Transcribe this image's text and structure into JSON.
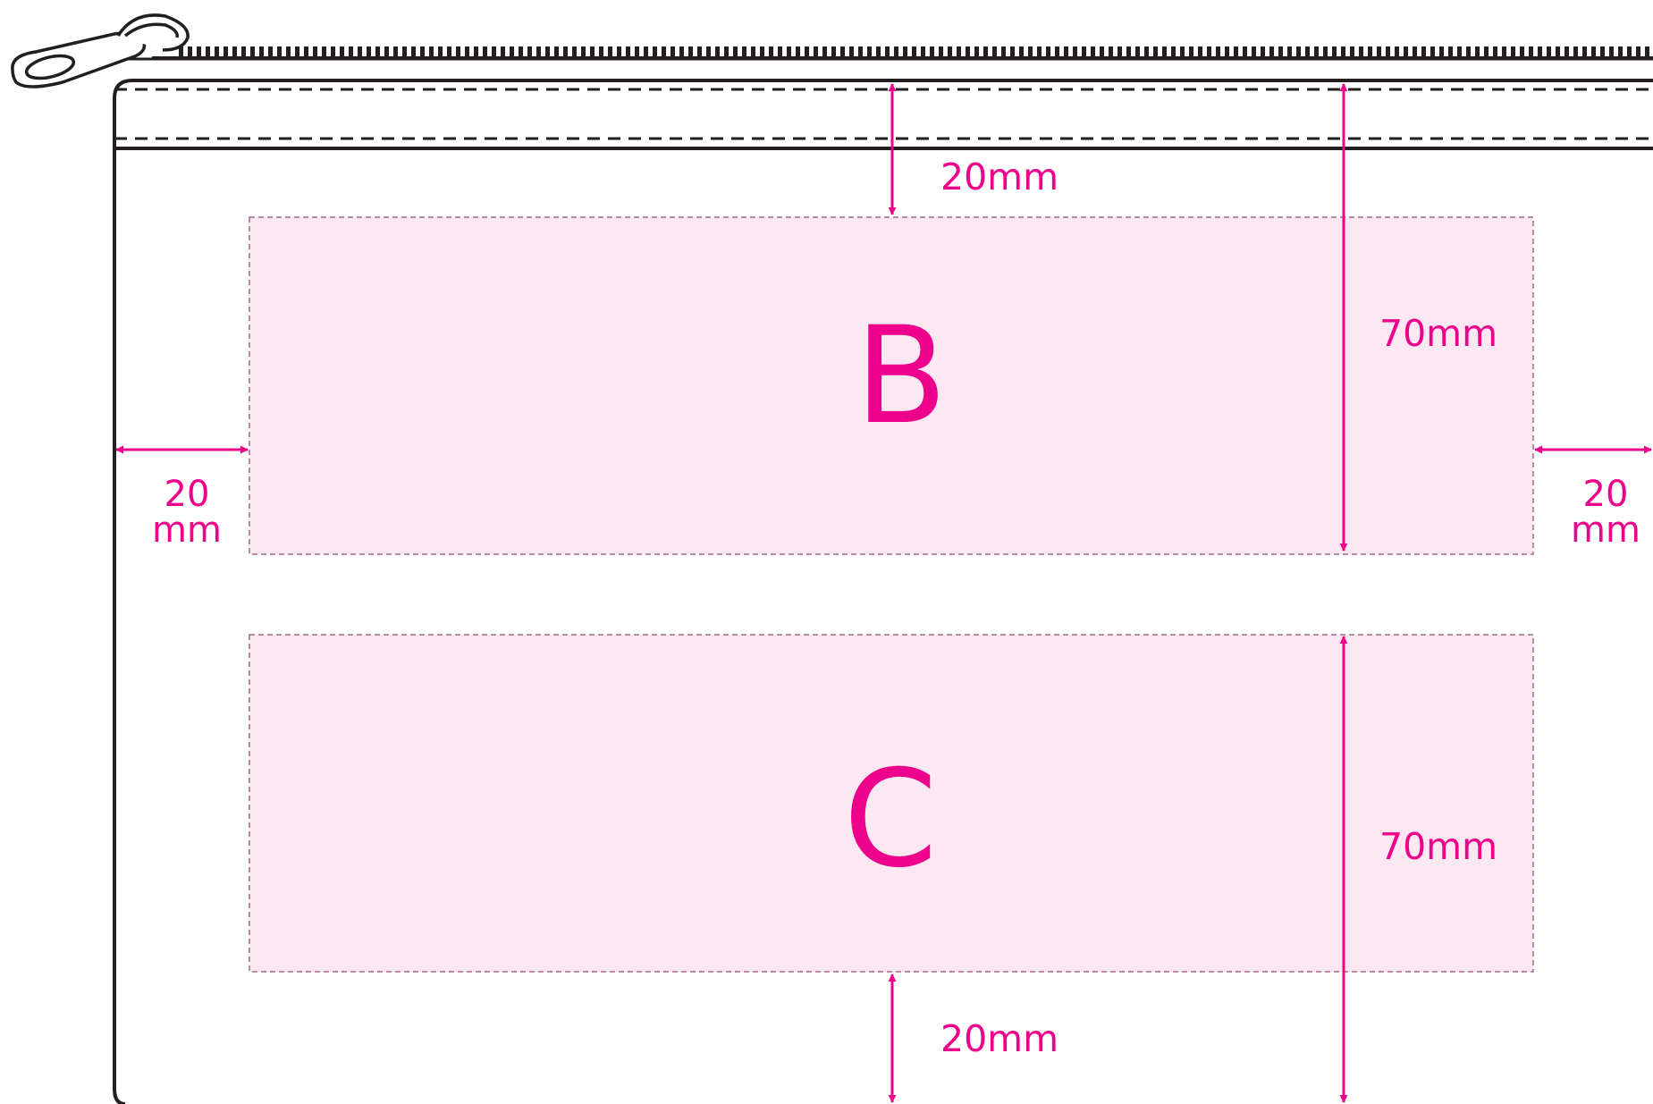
{
  "colors": {
    "accent": "#ec008c",
    "zone_fill": "#fce8f2",
    "zone_border": "#a06a84",
    "outline": "#231f20"
  },
  "zones": {
    "b": {
      "label": "B"
    },
    "c": {
      "label": "C"
    }
  },
  "dimensions": {
    "top_margin": "20mm",
    "b_height": "70mm",
    "c_height": "70mm",
    "bottom_margin": "20mm",
    "left_margin": {
      "value": "20",
      "unit": "mm"
    },
    "right_margin": {
      "value": "20",
      "unit": "mm"
    }
  },
  "icons": [
    "zipper-pull-icon"
  ]
}
